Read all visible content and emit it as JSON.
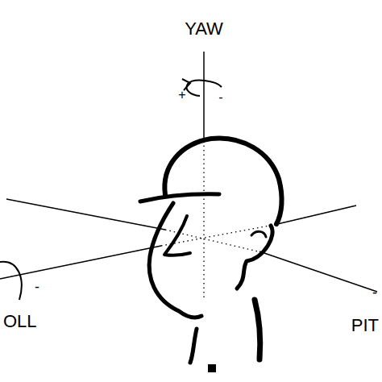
{
  "diagram": {
    "labels": [
      "YAW",
      "+",
      "-",
      "OLL",
      "-",
      "-",
      "PIT"
    ]
  }
}
